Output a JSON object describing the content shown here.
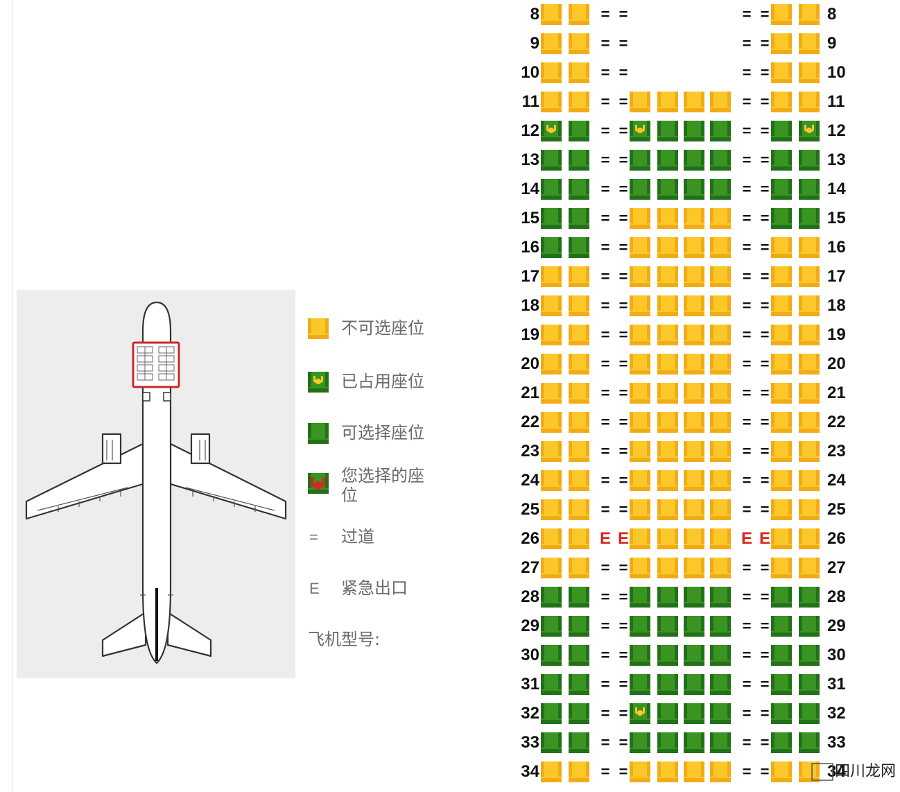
{
  "legend": {
    "items": [
      {
        "kind": "unavail",
        "label": "不可选座位"
      },
      {
        "kind": "occ",
        "label": "已占用座位"
      },
      {
        "kind": "avail",
        "label": "可选择座位"
      },
      {
        "kind": "mine",
        "label": "您选择的座位"
      },
      {
        "kind": "glyph",
        "glyph": "=",
        "label": "过道"
      },
      {
        "kind": "glyph",
        "glyph": "E",
        "label": "紧急出口"
      }
    ],
    "aircraft_type_label": "飞机型号:"
  },
  "seatmap": {
    "aisle_symbol": "=",
    "exit_symbol": "E",
    "rows": [
      {
        "num": "8",
        "seats": [
          "U",
          "U",
          "=",
          "=",
          "_",
          "_",
          "_",
          "_",
          "=",
          "=",
          "U",
          "U"
        ]
      },
      {
        "num": "9",
        "seats": [
          "U",
          "U",
          "=",
          "=",
          "_",
          "_",
          "_",
          "_",
          "=",
          "=",
          "U",
          "U"
        ]
      },
      {
        "num": "10",
        "seats": [
          "U",
          "U",
          "=",
          "=",
          "_",
          "_",
          "_",
          "_",
          "=",
          "=",
          "U",
          "U"
        ]
      },
      {
        "num": "11",
        "seats": [
          "U",
          "U",
          "=",
          "=",
          "U",
          "U",
          "U",
          "U",
          "=",
          "=",
          "U",
          "U"
        ]
      },
      {
        "num": "12",
        "seats": [
          "O",
          "A",
          "=",
          "=",
          "O",
          "A",
          "A",
          "A",
          "=",
          "=",
          "A",
          "O"
        ]
      },
      {
        "num": "13",
        "seats": [
          "A",
          "A",
          "=",
          "=",
          "A",
          "A",
          "A",
          "A",
          "=",
          "=",
          "A",
          "A"
        ]
      },
      {
        "num": "14",
        "seats": [
          "A",
          "A",
          "=",
          "=",
          "A",
          "A",
          "A",
          "A",
          "=",
          "=",
          "A",
          "A"
        ]
      },
      {
        "num": "15",
        "seats": [
          "A",
          "A",
          "=",
          "=",
          "U",
          "U",
          "U",
          "U",
          "=",
          "=",
          "A",
          "A"
        ]
      },
      {
        "num": "16",
        "seats": [
          "A",
          "A",
          "=",
          "=",
          "U",
          "U",
          "U",
          "U",
          "=",
          "=",
          "U",
          "U"
        ]
      },
      {
        "num": "17",
        "seats": [
          "U",
          "U",
          "=",
          "=",
          "U",
          "U",
          "U",
          "U",
          "=",
          "=",
          "U",
          "U"
        ]
      },
      {
        "num": "18",
        "seats": [
          "U",
          "U",
          "=",
          "=",
          "U",
          "U",
          "U",
          "U",
          "=",
          "=",
          "U",
          "U"
        ]
      },
      {
        "num": "19",
        "seats": [
          "U",
          "U",
          "=",
          "=",
          "U",
          "U",
          "U",
          "U",
          "=",
          "=",
          "U",
          "U"
        ]
      },
      {
        "num": "20",
        "seats": [
          "U",
          "U",
          "=",
          "=",
          "U",
          "U",
          "U",
          "U",
          "=",
          "=",
          "U",
          "U"
        ]
      },
      {
        "num": "21",
        "seats": [
          "U",
          "U",
          "=",
          "=",
          "U",
          "U",
          "U",
          "U",
          "=",
          "=",
          "U",
          "U"
        ]
      },
      {
        "num": "22",
        "seats": [
          "U",
          "U",
          "=",
          "=",
          "U",
          "U",
          "U",
          "U",
          "=",
          "=",
          "U",
          "U"
        ]
      },
      {
        "num": "23",
        "seats": [
          "U",
          "U",
          "=",
          "=",
          "U",
          "U",
          "U",
          "U",
          "=",
          "=",
          "U",
          "U"
        ]
      },
      {
        "num": "24",
        "seats": [
          "U",
          "U",
          "=",
          "=",
          "U",
          "U",
          "U",
          "U",
          "=",
          "=",
          "U",
          "U"
        ]
      },
      {
        "num": "25",
        "seats": [
          "U",
          "U",
          "=",
          "=",
          "U",
          "U",
          "U",
          "U",
          "=",
          "=",
          "U",
          "U"
        ]
      },
      {
        "num": "26",
        "seats": [
          "U",
          "U",
          "E",
          "E",
          "U",
          "U",
          "U",
          "U",
          "E",
          "E",
          "U",
          "U"
        ]
      },
      {
        "num": "27",
        "seats": [
          "U",
          "U",
          "=",
          "=",
          "U",
          "U",
          "U",
          "U",
          "=",
          "=",
          "U",
          "U"
        ]
      },
      {
        "num": "28",
        "seats": [
          "A",
          "A",
          "=",
          "=",
          "A",
          "A",
          "A",
          "A",
          "=",
          "=",
          "A",
          "A"
        ]
      },
      {
        "num": "29",
        "seats": [
          "A",
          "A",
          "=",
          "=",
          "A",
          "A",
          "A",
          "A",
          "=",
          "=",
          "A",
          "A"
        ]
      },
      {
        "num": "30",
        "seats": [
          "A",
          "A",
          "=",
          "=",
          "A",
          "A",
          "A",
          "A",
          "=",
          "=",
          "A",
          "A"
        ]
      },
      {
        "num": "31",
        "seats": [
          "A",
          "A",
          "=",
          "=",
          "A",
          "A",
          "A",
          "A",
          "=",
          "=",
          "A",
          "A"
        ]
      },
      {
        "num": "32",
        "seats": [
          "A",
          "A",
          "=",
          "=",
          "O",
          "A",
          "A",
          "A",
          "=",
          "=",
          "A",
          "A"
        ]
      },
      {
        "num": "33",
        "seats": [
          "A",
          "A",
          "=",
          "=",
          "A",
          "A",
          "A",
          "A",
          "=",
          "=",
          "A",
          "A"
        ]
      },
      {
        "num": "34",
        "seats": [
          "U",
          "U",
          "=",
          "=",
          "U",
          "U",
          "U",
          "U",
          "=",
          "=",
          "U",
          "U"
        ]
      }
    ]
  },
  "colors": {
    "unavailable": "#fcc829",
    "available": "#3a9421",
    "exit": "#d42a1e",
    "selected": "#d42a1e"
  },
  "watermark": {
    "text": "四川龙网"
  }
}
